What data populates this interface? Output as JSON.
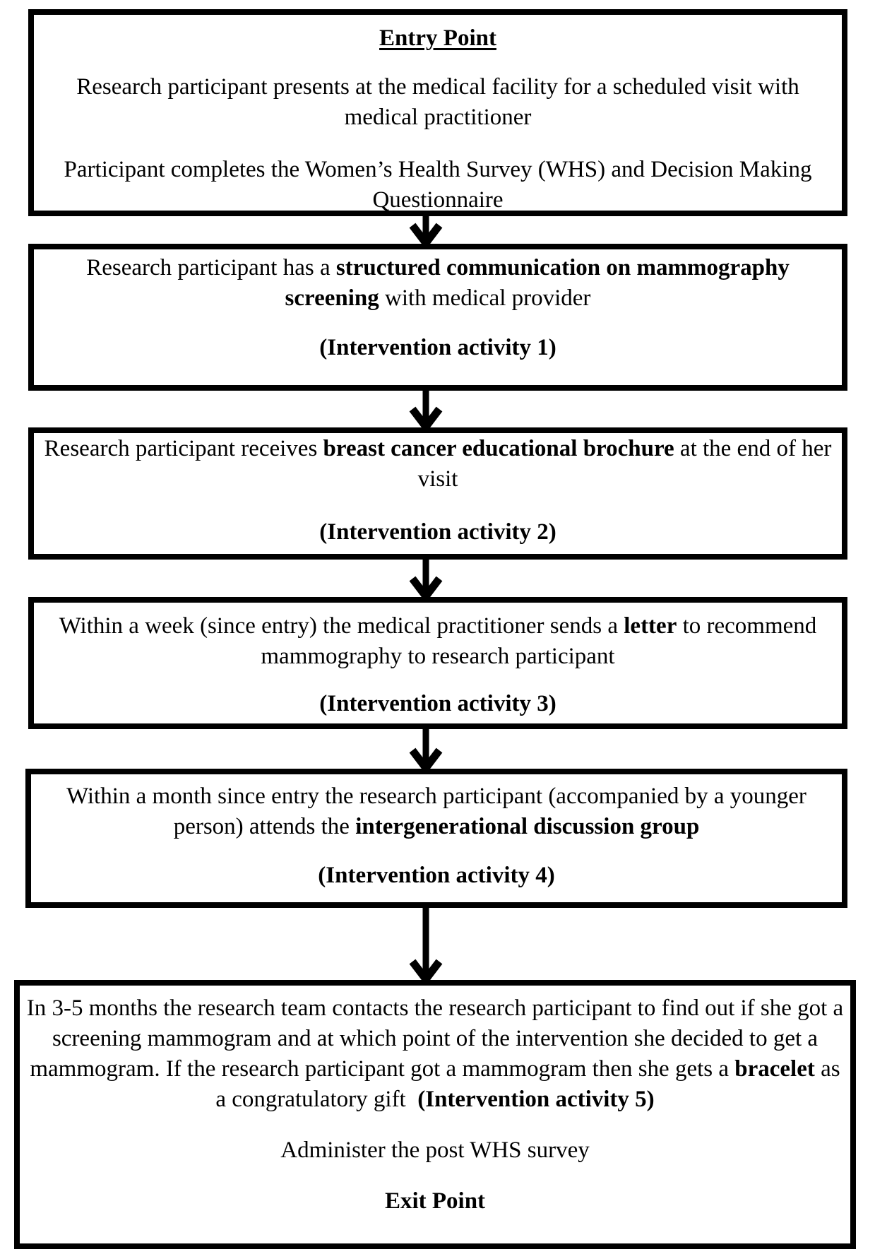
{
  "page": {
    "background": "#ffffff",
    "ink": "#000000"
  },
  "flowchart": {
    "boxes": [
      {
        "name": "entry",
        "title": "Entry Point",
        "paragraphs": [
          {
            "segments": [
              {
                "bold": false,
                "text": "Research participant presents at the medical facility for a scheduled visit with medical practitioner"
              }
            ]
          },
          {
            "segments": [
              {
                "bold": false,
                "text": "Participant completes the Women’s Health Survey (WHS) and Decision Making Questionnaire"
              }
            ]
          }
        ]
      },
      {
        "name": "intervention-activity-1",
        "paragraphs": [
          {
            "segments": [
              {
                "bold": false,
                "text": "Research participant has a "
              },
              {
                "bold": true,
                "text": "structured communication on mammography screening"
              },
              {
                "bold": false,
                "text": " with medical provider"
              }
            ]
          },
          {
            "segments": [
              {
                "bold": true,
                "text": "(Intervention activity 1)"
              }
            ]
          }
        ]
      },
      {
        "name": "intervention-activity-2",
        "paragraphs": [
          {
            "segments": [
              {
                "bold": false,
                "text": "Research participant receives "
              },
              {
                "bold": true,
                "text": "breast cancer educational brochure"
              },
              {
                "bold": false,
                "text": " at the end of her visit"
              }
            ]
          },
          {
            "segments": [
              {
                "bold": true,
                "text": "(Intervention activity 2)"
              }
            ]
          }
        ]
      },
      {
        "name": "intervention-activity-3",
        "paragraphs": [
          {
            "segments": [
              {
                "bold": false,
                "text": "Within a week (since entry) the medical practitioner sends a "
              },
              {
                "bold": true,
                "text": "letter"
              },
              {
                "bold": false,
                "text": " to recommend mammography to research participant"
              }
            ]
          },
          {
            "segments": [
              {
                "bold": true,
                "text": "(Intervention activity 3)"
              }
            ]
          }
        ]
      },
      {
        "name": "intervention-activity-4",
        "paragraphs": [
          {
            "segments": [
              {
                "bold": false,
                "text": "Within a month since entry the research participant (accompanied by a younger person) attends the "
              },
              {
                "bold": true,
                "text": "intergenerational discussion group"
              }
            ]
          },
          {
            "segments": [
              {
                "bold": true,
                "text": "(Intervention activity 4)"
              }
            ]
          }
        ]
      },
      {
        "name": "exit",
        "paragraphs": [
          {
            "segments": [
              {
                "bold": false,
                "text": "In 3-5 months the research team contacts the research participant to find out if she got a screening mammogram and at which point of the intervention she decided to get a mammogram. If the research participant got a mammogram then she gets a "
              },
              {
                "bold": true,
                "text": "bracelet"
              },
              {
                "bold": false,
                "text": " as a congratulatory gift  "
              },
              {
                "bold": true,
                "text": "(Intervention activity 5)"
              }
            ]
          },
          {
            "segments": [
              {
                "bold": false,
                "text": "Administer the post WHS survey"
              }
            ]
          },
          {
            "segments": [
              {
                "bold": true,
                "text": "Exit Point"
              }
            ]
          }
        ]
      }
    ]
  }
}
